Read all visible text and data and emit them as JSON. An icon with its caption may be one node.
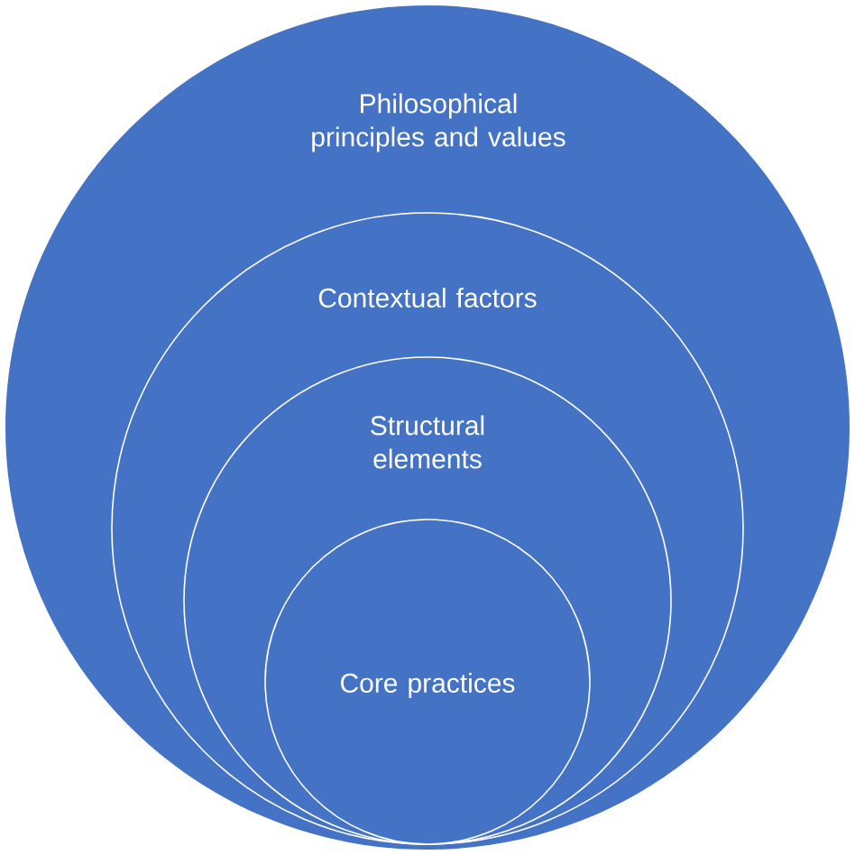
{
  "diagram": {
    "nodes": [
      {
        "text": [
          "Philosophical principles and values"
        ]
      },
      {
        "text": [
          "Contextual factors"
        ],
        "in": 0
      },
      {
        "text": [
          "Structural elements"
        ],
        "in": 1
      },
      {
        "text": [
          "Core practices"
        ],
        "in": 2
      }
    ]
  }
}
